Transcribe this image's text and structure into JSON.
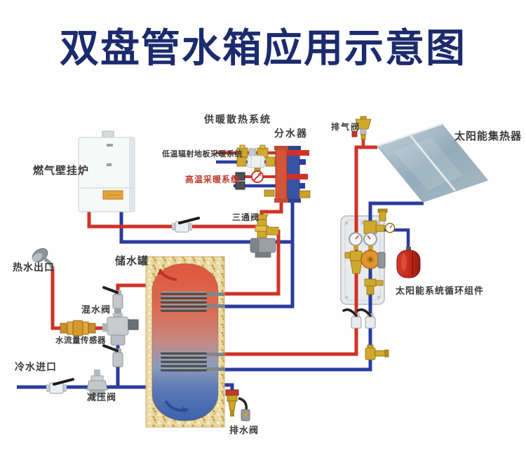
{
  "title": "双盘管水箱应用示意图",
  "labels": {
    "heating_system": "供暖散热系统",
    "manifold": "分水器",
    "floor_heating": "低温辐射地板采暖系统",
    "high_temp_heating": "高温采暖系统",
    "exhaust_valve": "排气阀",
    "solar_collector": "太阳能集热器",
    "gas_boiler": "燃气壁挂炉",
    "three_way_valve": "三通阀",
    "storage_tank": "储水罐",
    "hot_water_outlet": "热水出口",
    "mixing_valve": "混水阀",
    "flow_sensor": "水流量传感器",
    "cold_water_inlet": "冷水进口",
    "pressure_reducing_valve": "减压阀",
    "solar_pump_station": "太阳能系统循环组件",
    "drain_valve": "排水阀"
  },
  "colors": {
    "title_text": "#1c2b6e",
    "hot_pipe": "#cf3327",
    "cold_pipe": "#2c3b9d",
    "high_temp_label": "#c0392b",
    "brass": "#c9a227",
    "pump_orange": "#e2952c",
    "expansion_tank": "#c9241a",
    "tank_insulation": "#e9d9a2"
  }
}
